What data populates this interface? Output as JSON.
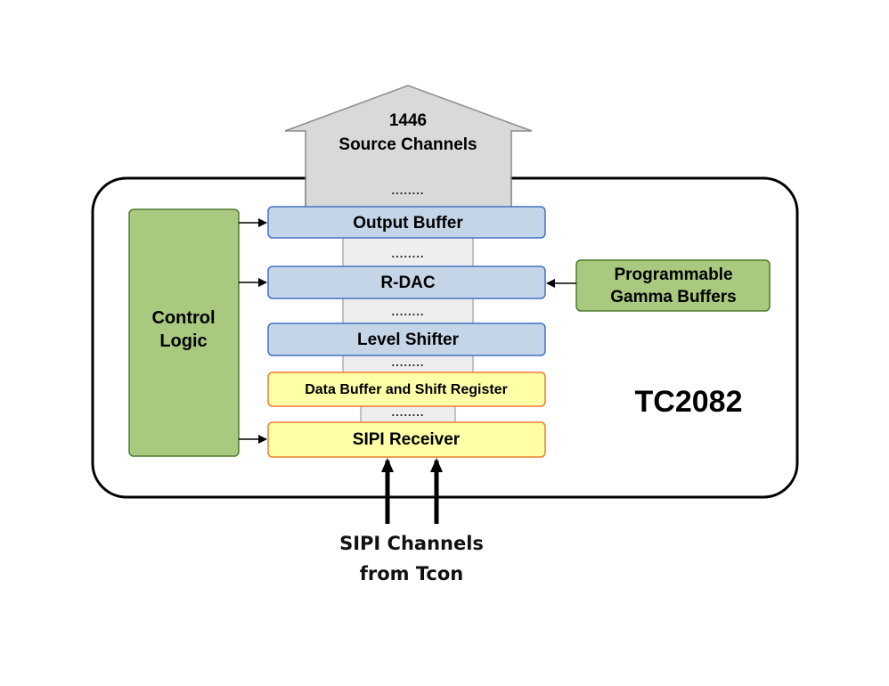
{
  "arrow_label": {
    "line1": "1446",
    "line2": "Source Channels"
  },
  "dots": "........",
  "blocks": {
    "output_buffer": "Output Buffer",
    "r_dac": "R-DAC",
    "level_shifter": "Level Shifter",
    "data_buffer": "Data Buffer and Shift Register",
    "sipi_receiver": "SIPI Receiver"
  },
  "control_logic": {
    "line1": "Control",
    "line2": "Logic"
  },
  "gamma": {
    "line1": "Programmable",
    "line2": "Gamma Buffers"
  },
  "chip_name": "TC2082",
  "sipi_input": {
    "line1": "SIPI Channels",
    "line2": "from Tcon"
  },
  "colors": {
    "blue_fill": "#c5d5e8",
    "blue_stroke": "#4472c4",
    "yellow_fill": "#ffffa8",
    "yellow_stroke": "#ed7d31",
    "green_fill": "#a9c97f",
    "green_stroke": "#4e7a2e",
    "gray_fill": "#d9d9d9",
    "light_gray_fill": "#eeeeee"
  }
}
